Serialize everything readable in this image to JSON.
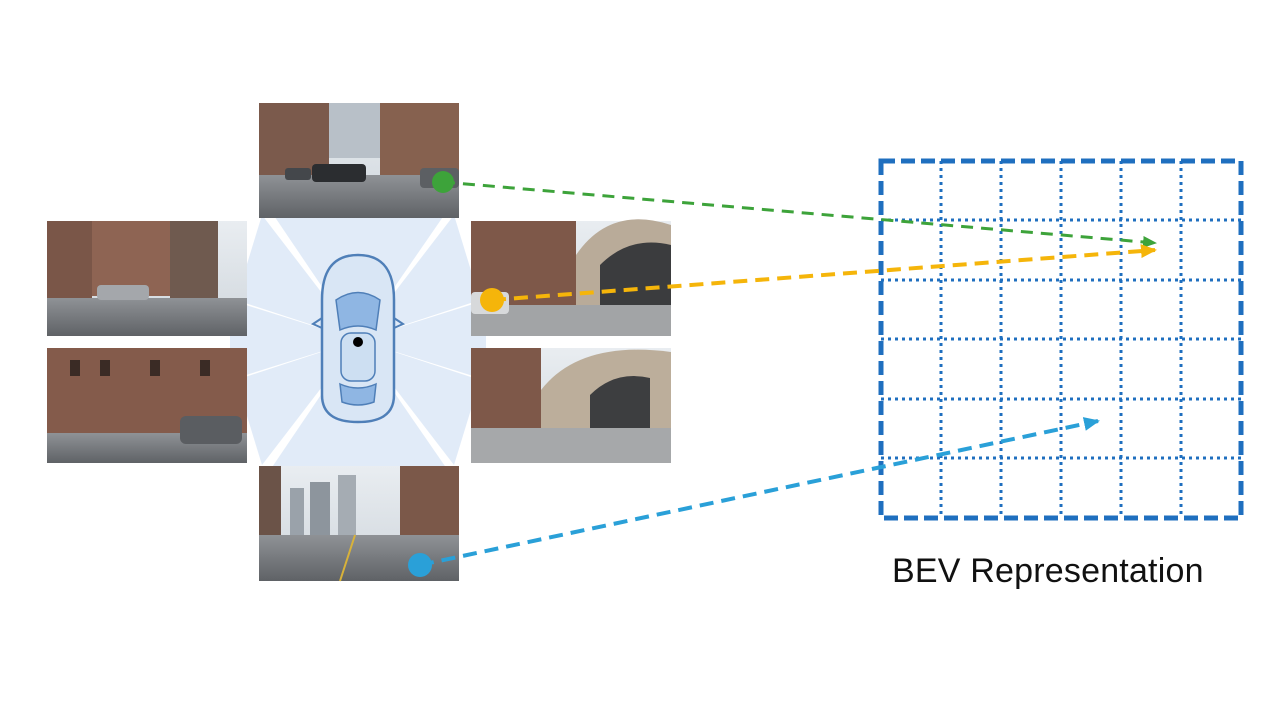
{
  "bev_label": "BEV Representation",
  "colors": {
    "background": "#ffffff",
    "fov_fill": "#a9c7ea",
    "car_body": "#8fb6e3",
    "car_outline": "#4f7fb8",
    "grid": "#1f6fbf",
    "arrow_green": "#3da33a",
    "arrow_orange": "#f5b50a",
    "arrow_blue": "#2aa0d8",
    "ego_point": "#000000"
  },
  "cameras": [
    {
      "name": "front",
      "scene": "street-with-cars"
    },
    {
      "name": "front-left",
      "scene": "brick-buildings-intersection"
    },
    {
      "name": "front-right",
      "scene": "arched-building-with-pedestrians"
    },
    {
      "name": "back-left",
      "scene": "brick-building-parked-car"
    },
    {
      "name": "back-right",
      "scene": "arched-entrance-building"
    },
    {
      "name": "back",
      "scene": "city-road-skyline"
    }
  ],
  "bev_grid": {
    "rows": 6,
    "cols": 6,
    "border_style": "dashed",
    "inner_style": "dotted"
  },
  "projections": [
    {
      "name": "green-projection",
      "color_key": "arrow_green",
      "source_camera": "front"
    },
    {
      "name": "orange-projection",
      "color_key": "arrow_orange",
      "source_camera": "front-right"
    },
    {
      "name": "blue-projection",
      "color_key": "arrow_blue",
      "source_camera": "back"
    }
  ],
  "icons": {
    "vehicle": "top-down-car-icon",
    "ego": "ego-center-dot"
  }
}
